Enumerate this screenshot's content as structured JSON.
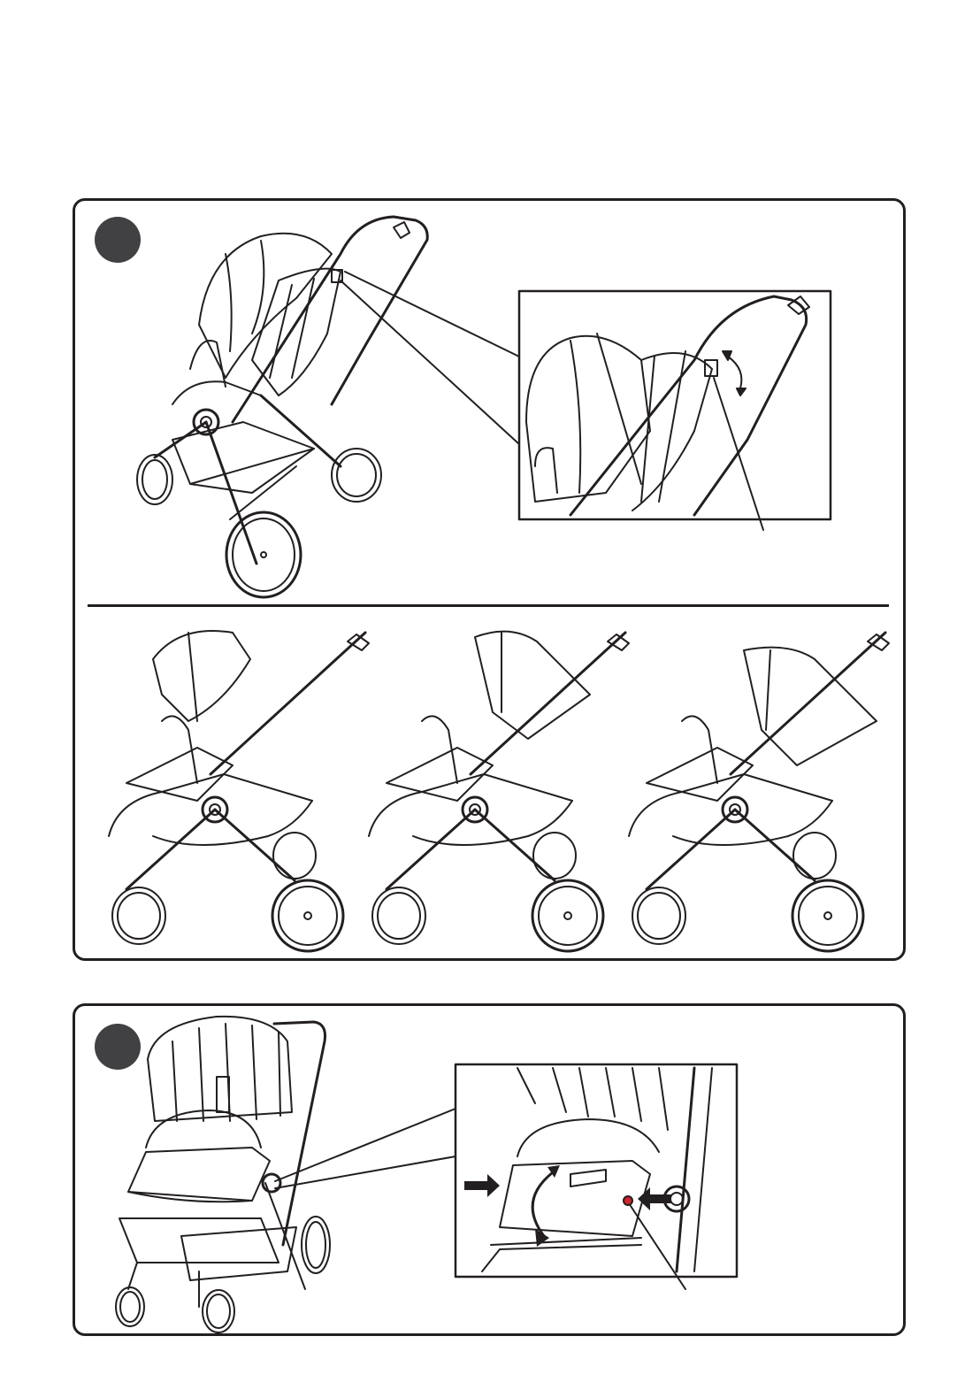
{
  "page": {
    "steps": [
      {
        "step_number": "",
        "illustrations": [
          "stroller-side-view",
          "handle-adjust-detail",
          "recline-position-upright",
          "recline-position-middle",
          "recline-position-flat"
        ]
      },
      {
        "step_number": "",
        "illustrations": [
          "stroller-front-view",
          "bumper-bar-release-detail"
        ]
      }
    ],
    "colors": {
      "line": "#231f20",
      "step_marker": "#414042",
      "accent_button": "#d2232a"
    },
    "icons": [
      "curved-double-arrow-icon",
      "push-arrow-icon",
      "rotate-arrow-icon"
    ]
  }
}
